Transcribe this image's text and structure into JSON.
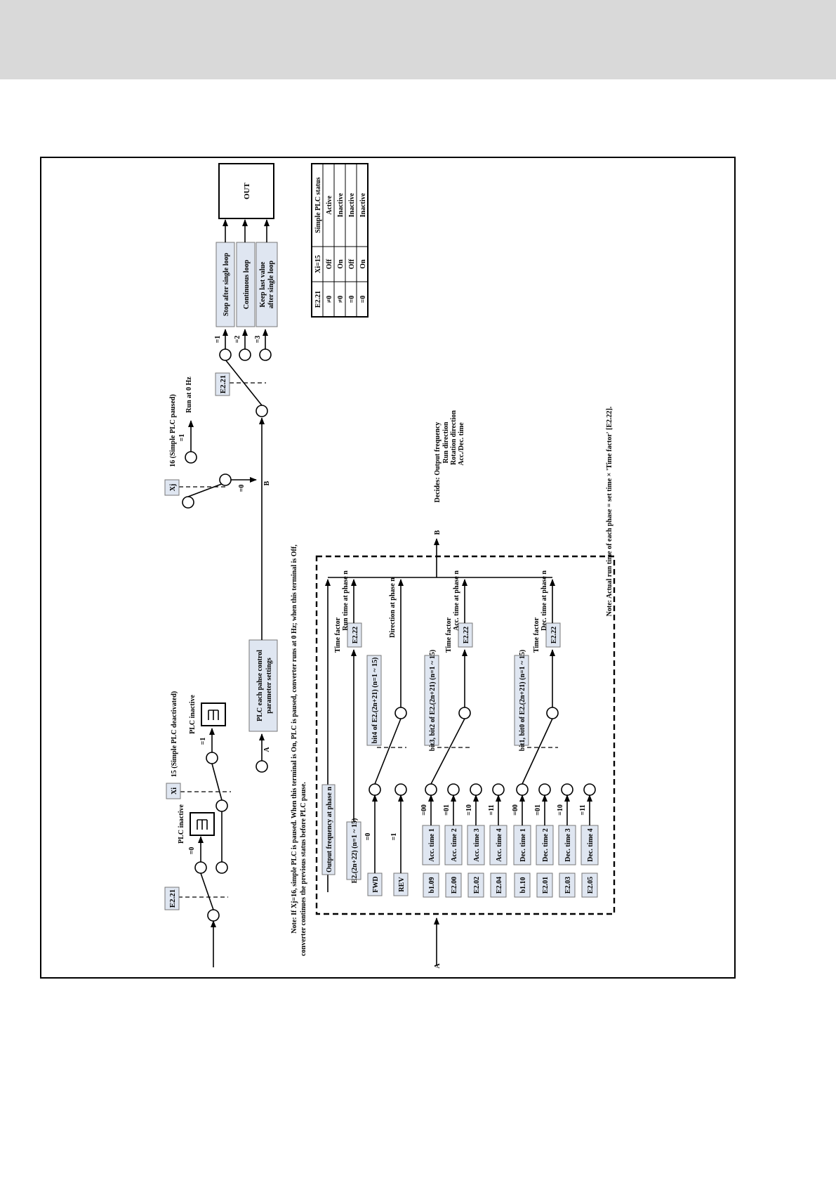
{
  "top": {
    "e221": "E2.21",
    "eq0": "=0",
    "plc_inactive": "PLC inactive",
    "xi": "Xi",
    "xi15": "15 (Simple PLC deactivated)",
    "eq1": "=1",
    "plc_inactive_2": "PLC inactive",
    "a_node": "A",
    "plc_box_1": "PLC each pahse control",
    "plc_box_2": "parameter settings",
    "xj": "Xj",
    "xj16": "16 (Simple PLC paused)",
    "eq0_b": "=0",
    "b_label": "B",
    "run0": "Run at 0 Hz",
    "eq1_b": "=1",
    "e221_b": "E2.21",
    "eq1_out": "=1",
    "eq2_out": "=2",
    "eq3_out": "=3",
    "stop_loop": "Stop after single loop",
    "cont_loop": "Continuous loop",
    "keep_1": "Keep last value",
    "keep_2": "after single loop",
    "out": "OUT"
  },
  "table": {
    "headers": [
      "E2.21",
      "Xi=15",
      "Simple PLC status"
    ],
    "rows": [
      [
        "≠0",
        "Off",
        "Active"
      ],
      [
        "≠0",
        "On",
        "Inactive"
      ],
      [
        "=0",
        "Off",
        "Inactive"
      ],
      [
        "=0",
        "On",
        "Inactive"
      ]
    ]
  },
  "note1": {
    "line1": "Note: If Xj=16, simple PLC is paused. When this terminal is On, PLC is paused, converter runs at 0 Hz; when this terminal is Off,",
    "line2": "converter continues the previous status before PLC pause."
  },
  "note2": "Note: Actual run time of each phase = set time × 'Time factor' [E2.22].",
  "lower": {
    "a_label": "A",
    "b_label": "B",
    "output_freq": "Output frequency at phase n",
    "e2_2n22": "E2.(2n+22) (n=1 ~ 15)",
    "time_factor": "Time factor",
    "e222": "E2.22",
    "run_time": "Run time at phase n",
    "bit4": "bit4 of E2.(2n+21) (n=1 ~ 15)",
    "direction": "Direction at phase n",
    "fwd": "FWD",
    "rev": "REV",
    "fwd_eq": "=0",
    "rev_eq": "=1",
    "acc_group": {
      "sources": [
        "b1.09",
        "E2.00",
        "E2.02",
        "E2.04"
      ],
      "labels": [
        "Acc. time 1",
        "Acc. time 2",
        "Acc. time 3",
        "Acc. time 4"
      ],
      "codes": [
        "=00",
        "=01",
        "=10",
        "=11"
      ],
      "selector": "bit3, bit2 of E2.(2n+21) (n=1 ~ 15)",
      "time_factor": "Time factor",
      "e222": "E2.22",
      "out_label": "Acc. time at phase n"
    },
    "dec_group": {
      "sources": [
        "b1.10",
        "E2.01",
        "E2.03",
        "E2.05"
      ],
      "labels": [
        "Dec. time 1",
        "Dec. time 2",
        "Dec. time 3",
        "Dec. time 4"
      ],
      "codes": [
        "=00",
        "=01",
        "=10",
        "=11"
      ],
      "selector": "bit1, bit0 of E2.(2n+21) (n=1 ~ 15)",
      "time_factor": "Time factor",
      "e222": "E2.22",
      "out_label": "Dec. time at phase n"
    },
    "decides": "Decides: Output frequency",
    "decides_items": [
      "Run direction",
      "Rotation direction",
      "Acc./Dec. time"
    ]
  }
}
